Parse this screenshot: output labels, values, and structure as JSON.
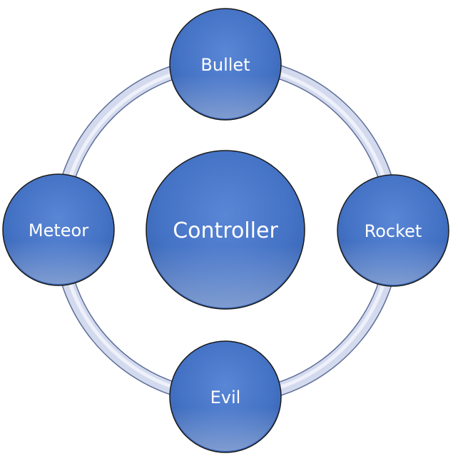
{
  "diagram": {
    "center": {
      "label": "Controller"
    },
    "nodes": [
      {
        "id": "bullet",
        "label": "Bullet"
      },
      {
        "id": "rocket",
        "label": "Rocket"
      },
      {
        "id": "evil",
        "label": "Evil"
      },
      {
        "id": "meteor",
        "label": "Meteor"
      }
    ],
    "colors": {
      "node_fill": "#4472C4",
      "node_stroke": "#000000",
      "ring_fill": "#C9D1E8",
      "ring_stroke": "#6F7FA8",
      "text": "#FFFFFF"
    }
  }
}
